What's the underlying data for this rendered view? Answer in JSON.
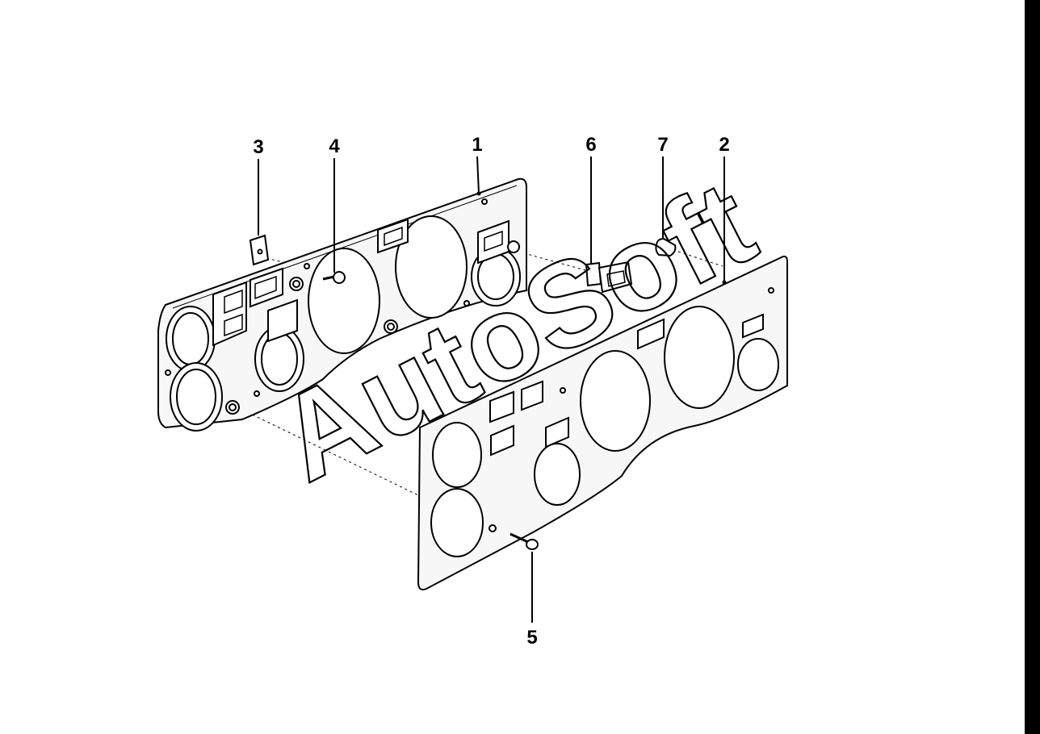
{
  "diagram": {
    "callouts": [
      {
        "id": "3",
        "label": "3"
      },
      {
        "id": "4",
        "label": "4"
      },
      {
        "id": "1",
        "label": "1"
      },
      {
        "id": "6",
        "label": "6"
      },
      {
        "id": "7",
        "label": "7"
      },
      {
        "id": "2",
        "label": "2"
      },
      {
        "id": "5",
        "label": "5"
      }
    ],
    "watermark": "AutoSoft",
    "colors": {
      "ink": "#000000",
      "background": "#ffffff",
      "panel_fill": "#f7f7f7"
    }
  }
}
